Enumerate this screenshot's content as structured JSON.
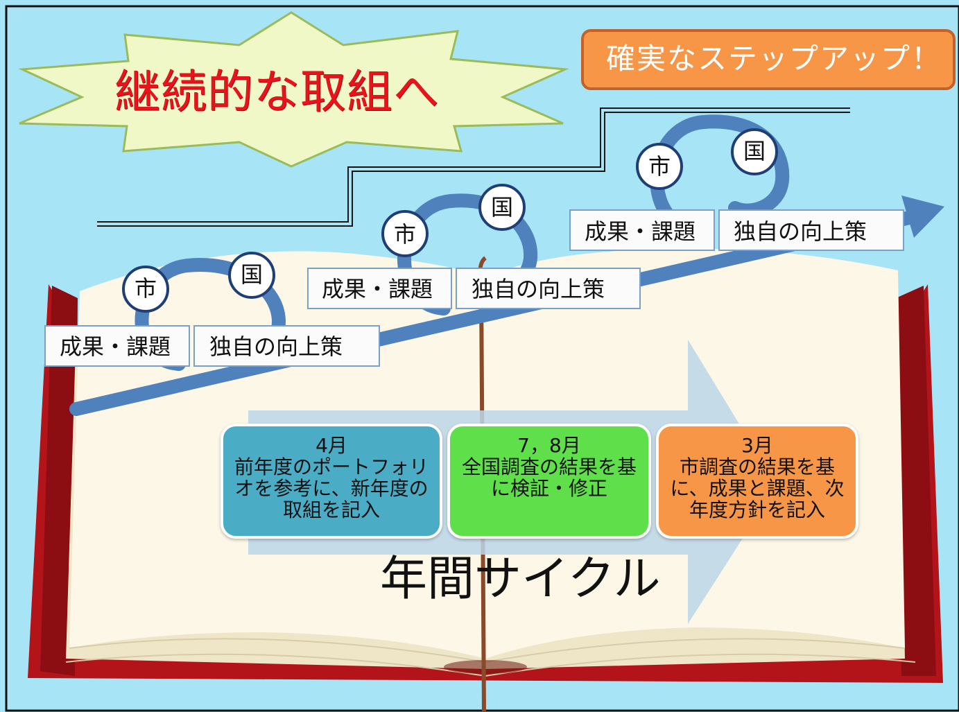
{
  "headline": "継続的な取組へ",
  "step_up": "確実なステップアップ！",
  "steps": [
    {
      "city": "市",
      "nation": "国",
      "results_label": "成果・課題",
      "measures_label": "独自の向上策"
    },
    {
      "city": "市",
      "nation": "国",
      "results_label": "成果・課題",
      "measures_label": "独自の向上策"
    },
    {
      "city": "市",
      "nation": "国",
      "results_label": "成果・課題",
      "measures_label": "独自の向上策"
    }
  ],
  "cycle": {
    "title": "年間サイクル",
    "phases": [
      {
        "month": "4月",
        "text": "前年度のポートフォリオを参考に、新年度の取組を記入",
        "color": "#4bacc6"
      },
      {
        "month": "7，8月",
        "text": "全国調査の結果を基に検証・修正",
        "color": "#5fe04a"
      },
      {
        "month": "3月",
        "text": "市調査の結果を基に、成果と課題、次年度方針を記入",
        "color": "#f79646"
      }
    ]
  },
  "colors": {
    "sky": "#a6e4f6",
    "banner_fill": "#f0f8c8",
    "headline": "#e8141c",
    "path_arrow": "#4f81bd",
    "book_cover": "#c0171e",
    "page": "#fcf7e6"
  }
}
